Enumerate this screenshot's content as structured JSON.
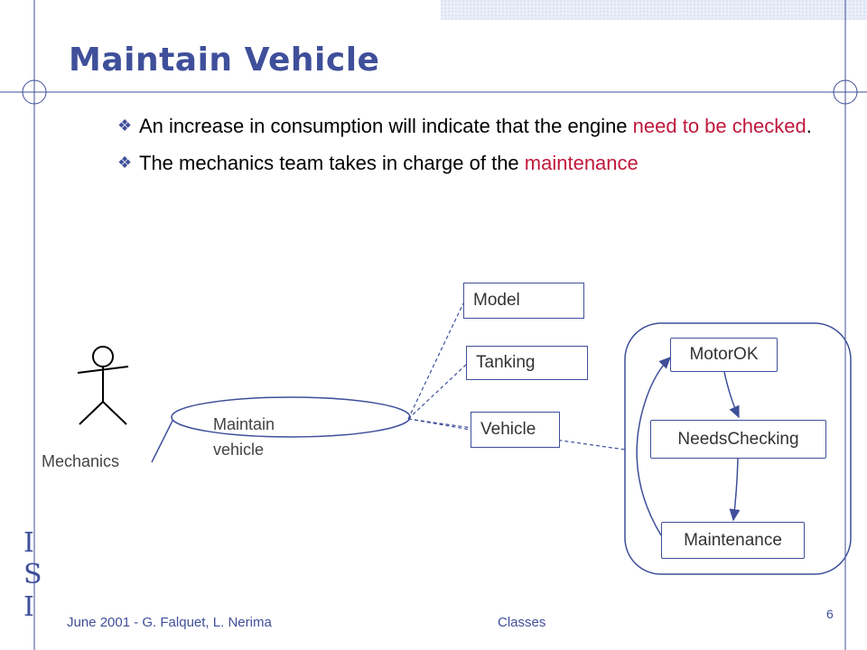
{
  "slide": {
    "title": "Maintain Vehicle",
    "bullets": [
      {
        "parts": [
          {
            "text": "An increase in consumption will indicate that the engine ",
            "hl": false
          },
          {
            "text": "need to be checked",
            "hl": true
          },
          {
            "text": ".",
            "hl": false
          }
        ]
      },
      {
        "parts": [
          {
            "text": "The mechanics team takes in charge of the ",
            "hl": false
          },
          {
            "text": "maintenance",
            "hl": true
          }
        ]
      }
    ],
    "bullet_symbol": "❖"
  },
  "diagram": {
    "actor_label": "Mechanics",
    "usecase_label": "Maintain vehicle",
    "classes": [
      "Model",
      "Tanking",
      "Vehicle"
    ],
    "states": [
      "MotorOK",
      "NeedsChecking",
      "Maintenance"
    ]
  },
  "footer": {
    "left": "June 2001 - G. Falquet, L. Nerima",
    "center": "Classes",
    "page": "6",
    "logo": [
      "I",
      "S",
      "I"
    ]
  },
  "colors": {
    "accent": "#3f4f9a",
    "highlight": "#c0183c",
    "band": "#dce4f2"
  }
}
